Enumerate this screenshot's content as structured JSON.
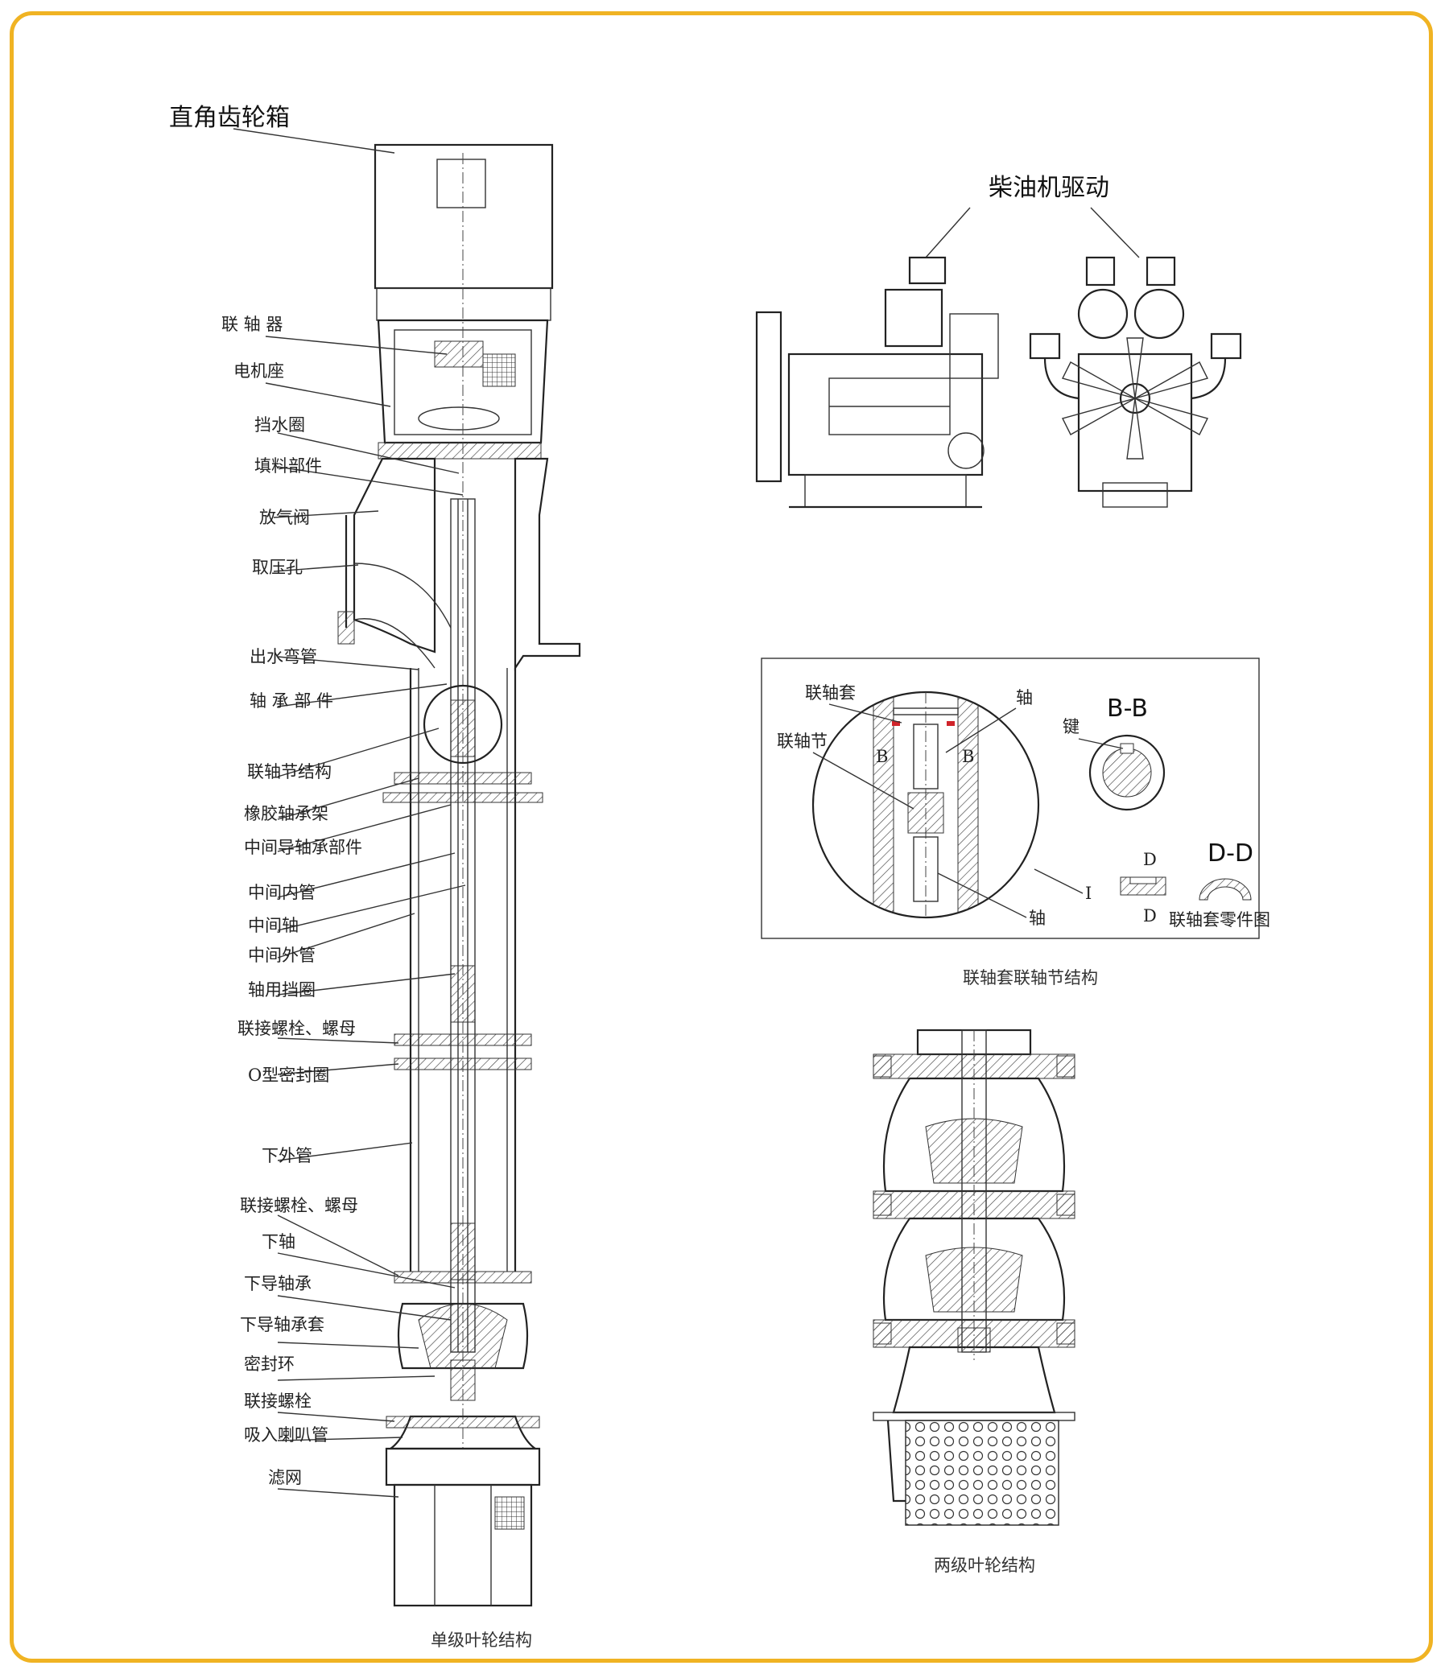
{
  "titles": {
    "gearbox": "直角齿轮箱",
    "diesel": "柴油机驱动",
    "single_stage": "单级叶轮结构",
    "coupling_structure": "联轴套联轴节结构",
    "two_stage": "两级叶轮结构"
  },
  "pump_labels": [
    "联 轴 器",
    "电机座",
    "挡水圈",
    "填料部件",
    "放气阀",
    "取压孔",
    "出水弯管",
    "轴 承 部 件",
    "联轴节结构",
    "橡胶轴承架",
    "中间导轴承部件",
    "中间内管",
    "中间轴",
    "中间外管",
    "轴用挡圈",
    "联接螺栓、螺母",
    "O型密封圈",
    "下外管",
    "联接螺栓、螺母",
    "下轴",
    "下导轴承",
    "下导轴承套",
    "密封环",
    "联接螺栓",
    "吸入喇叭管",
    "滤网"
  ],
  "detail": {
    "coupling_sleeve": "联轴套",
    "coupling_joint": "联轴节",
    "shaft_top": "轴",
    "shaft_bottom": "轴",
    "key": "键",
    "section_bb": "B-B",
    "section_dd": "D-D",
    "b_mark": "B",
    "d_mark": "D",
    "roman_i": "I",
    "parts_caption": "联轴套零件图"
  }
}
